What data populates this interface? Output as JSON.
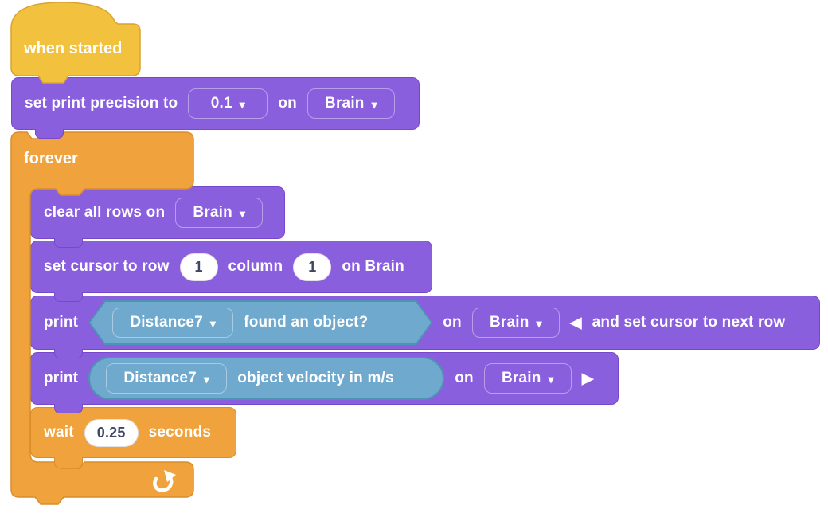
{
  "colors": {
    "workspace_bg": "#FFFFFF",
    "events_gold": "#F2C13D",
    "events_gold_border": "#D9A334",
    "control_orange": "#F0A33C",
    "control_orange_border": "#D98E2B",
    "brain_purple": "#8A5FDE",
    "brain_purple_border": "#7748CC",
    "sensing_blue": "#6FA9CE",
    "sensing_blue_border": "#4E92B4",
    "block_label_text": "#FFFFFF",
    "input_text": "#414663",
    "input_bg": "#FFFFFF"
  },
  "icons": {
    "dropdown_caret": "▾",
    "collapse_left": "◀",
    "expand_right": "▶"
  },
  "script": {
    "when_started": {
      "label": "when started"
    },
    "set_print_precision": {
      "label": "set print precision to",
      "precision": "0.1",
      "on": "on",
      "device": "Brain"
    },
    "forever": {
      "label": "forever"
    },
    "clear_all_rows": {
      "label": "clear all rows on",
      "device": "Brain"
    },
    "set_cursor": {
      "label": "set cursor to row",
      "row": "1",
      "column_label": "column",
      "column": "1",
      "suffix": "on Brain"
    },
    "print_found_object": {
      "label": "print",
      "sensor": "Distance7",
      "reporter": "found an object?",
      "on": "on",
      "device": "Brain",
      "collapse_note": "and set cursor to next row"
    },
    "print_object_velocity": {
      "label": "print",
      "sensor": "Distance7",
      "reporter": "object velocity in m/s",
      "on": "on",
      "device": "Brain"
    },
    "wait": {
      "label": "wait",
      "seconds": "0.25",
      "suffix": "seconds"
    }
  }
}
